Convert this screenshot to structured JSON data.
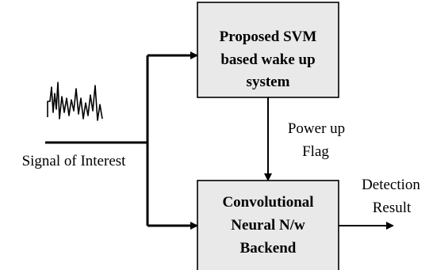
{
  "blocks": {
    "svm": {
      "line1": "Proposed SVM",
      "line2": "based wake up",
      "line3": "system"
    },
    "cnn": {
      "line1": "Convolutional",
      "line2": "Neural N/w",
      "line3": "Backend"
    }
  },
  "labels": {
    "input": "Signal of Interest",
    "flag_line1": "Power up",
    "flag_line2": "Flag",
    "output_line1": "Detection",
    "output_line2": "Result"
  },
  "icons": {
    "signal": "waveform-icon"
  },
  "colors": {
    "block_fill": "#e9e9e9",
    "stroke": "#000000"
  }
}
